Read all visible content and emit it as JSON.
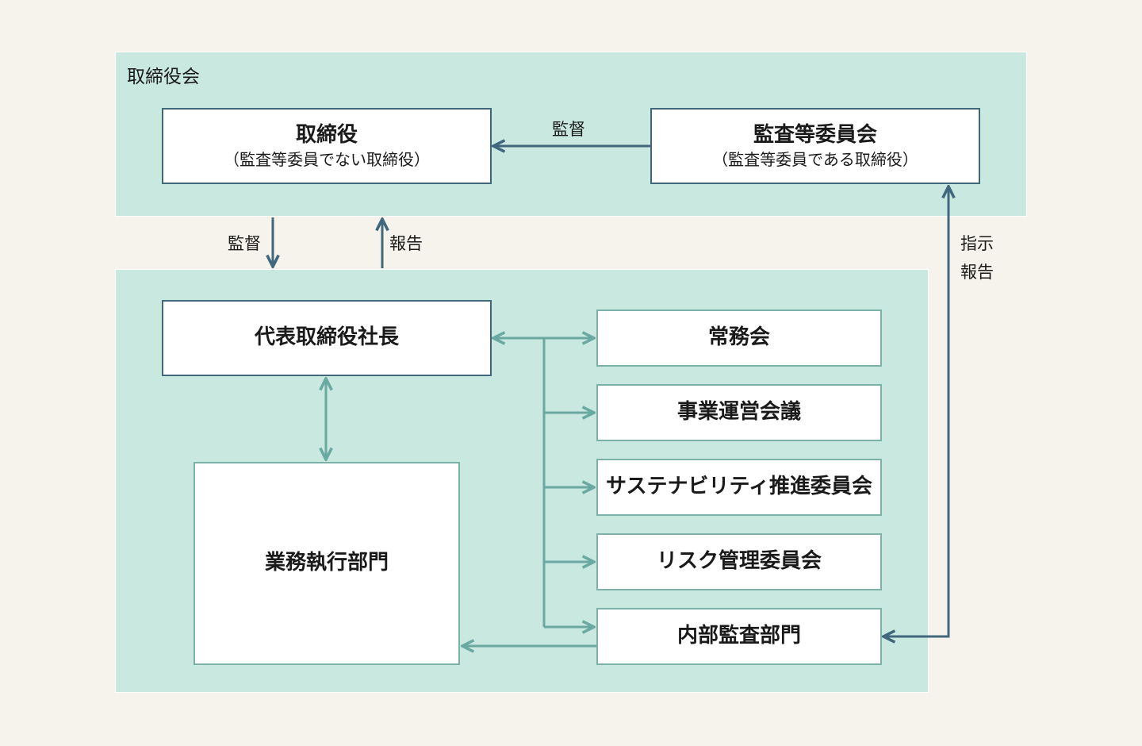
{
  "board": {
    "title": "取締役会",
    "directors": {
      "main": "取締役",
      "sub": "（監査等委員でない取締役）"
    },
    "audit_committee": {
      "main": "監査等委員会",
      "sub": "（監査等委員である取締役）"
    }
  },
  "execution": {
    "president": "代表取締役社長",
    "business_division": "業務執行部門",
    "committees": [
      "常務会",
      "事業運営会議",
      "サステナビリティ推進委員会",
      "リスク管理委員会",
      "内部監査部門"
    ]
  },
  "arrow_labels": {
    "committee_to_directors": "監督",
    "board_to_exec": "監督",
    "exec_to_board": "報告",
    "audit_line_1": "指示",
    "audit_line_2": "報告"
  },
  "colors": {
    "background": "#f6f3ec",
    "panel": "#c9e8df",
    "dark_line": "#41677d",
    "teal_line": "#6aa9a2"
  }
}
